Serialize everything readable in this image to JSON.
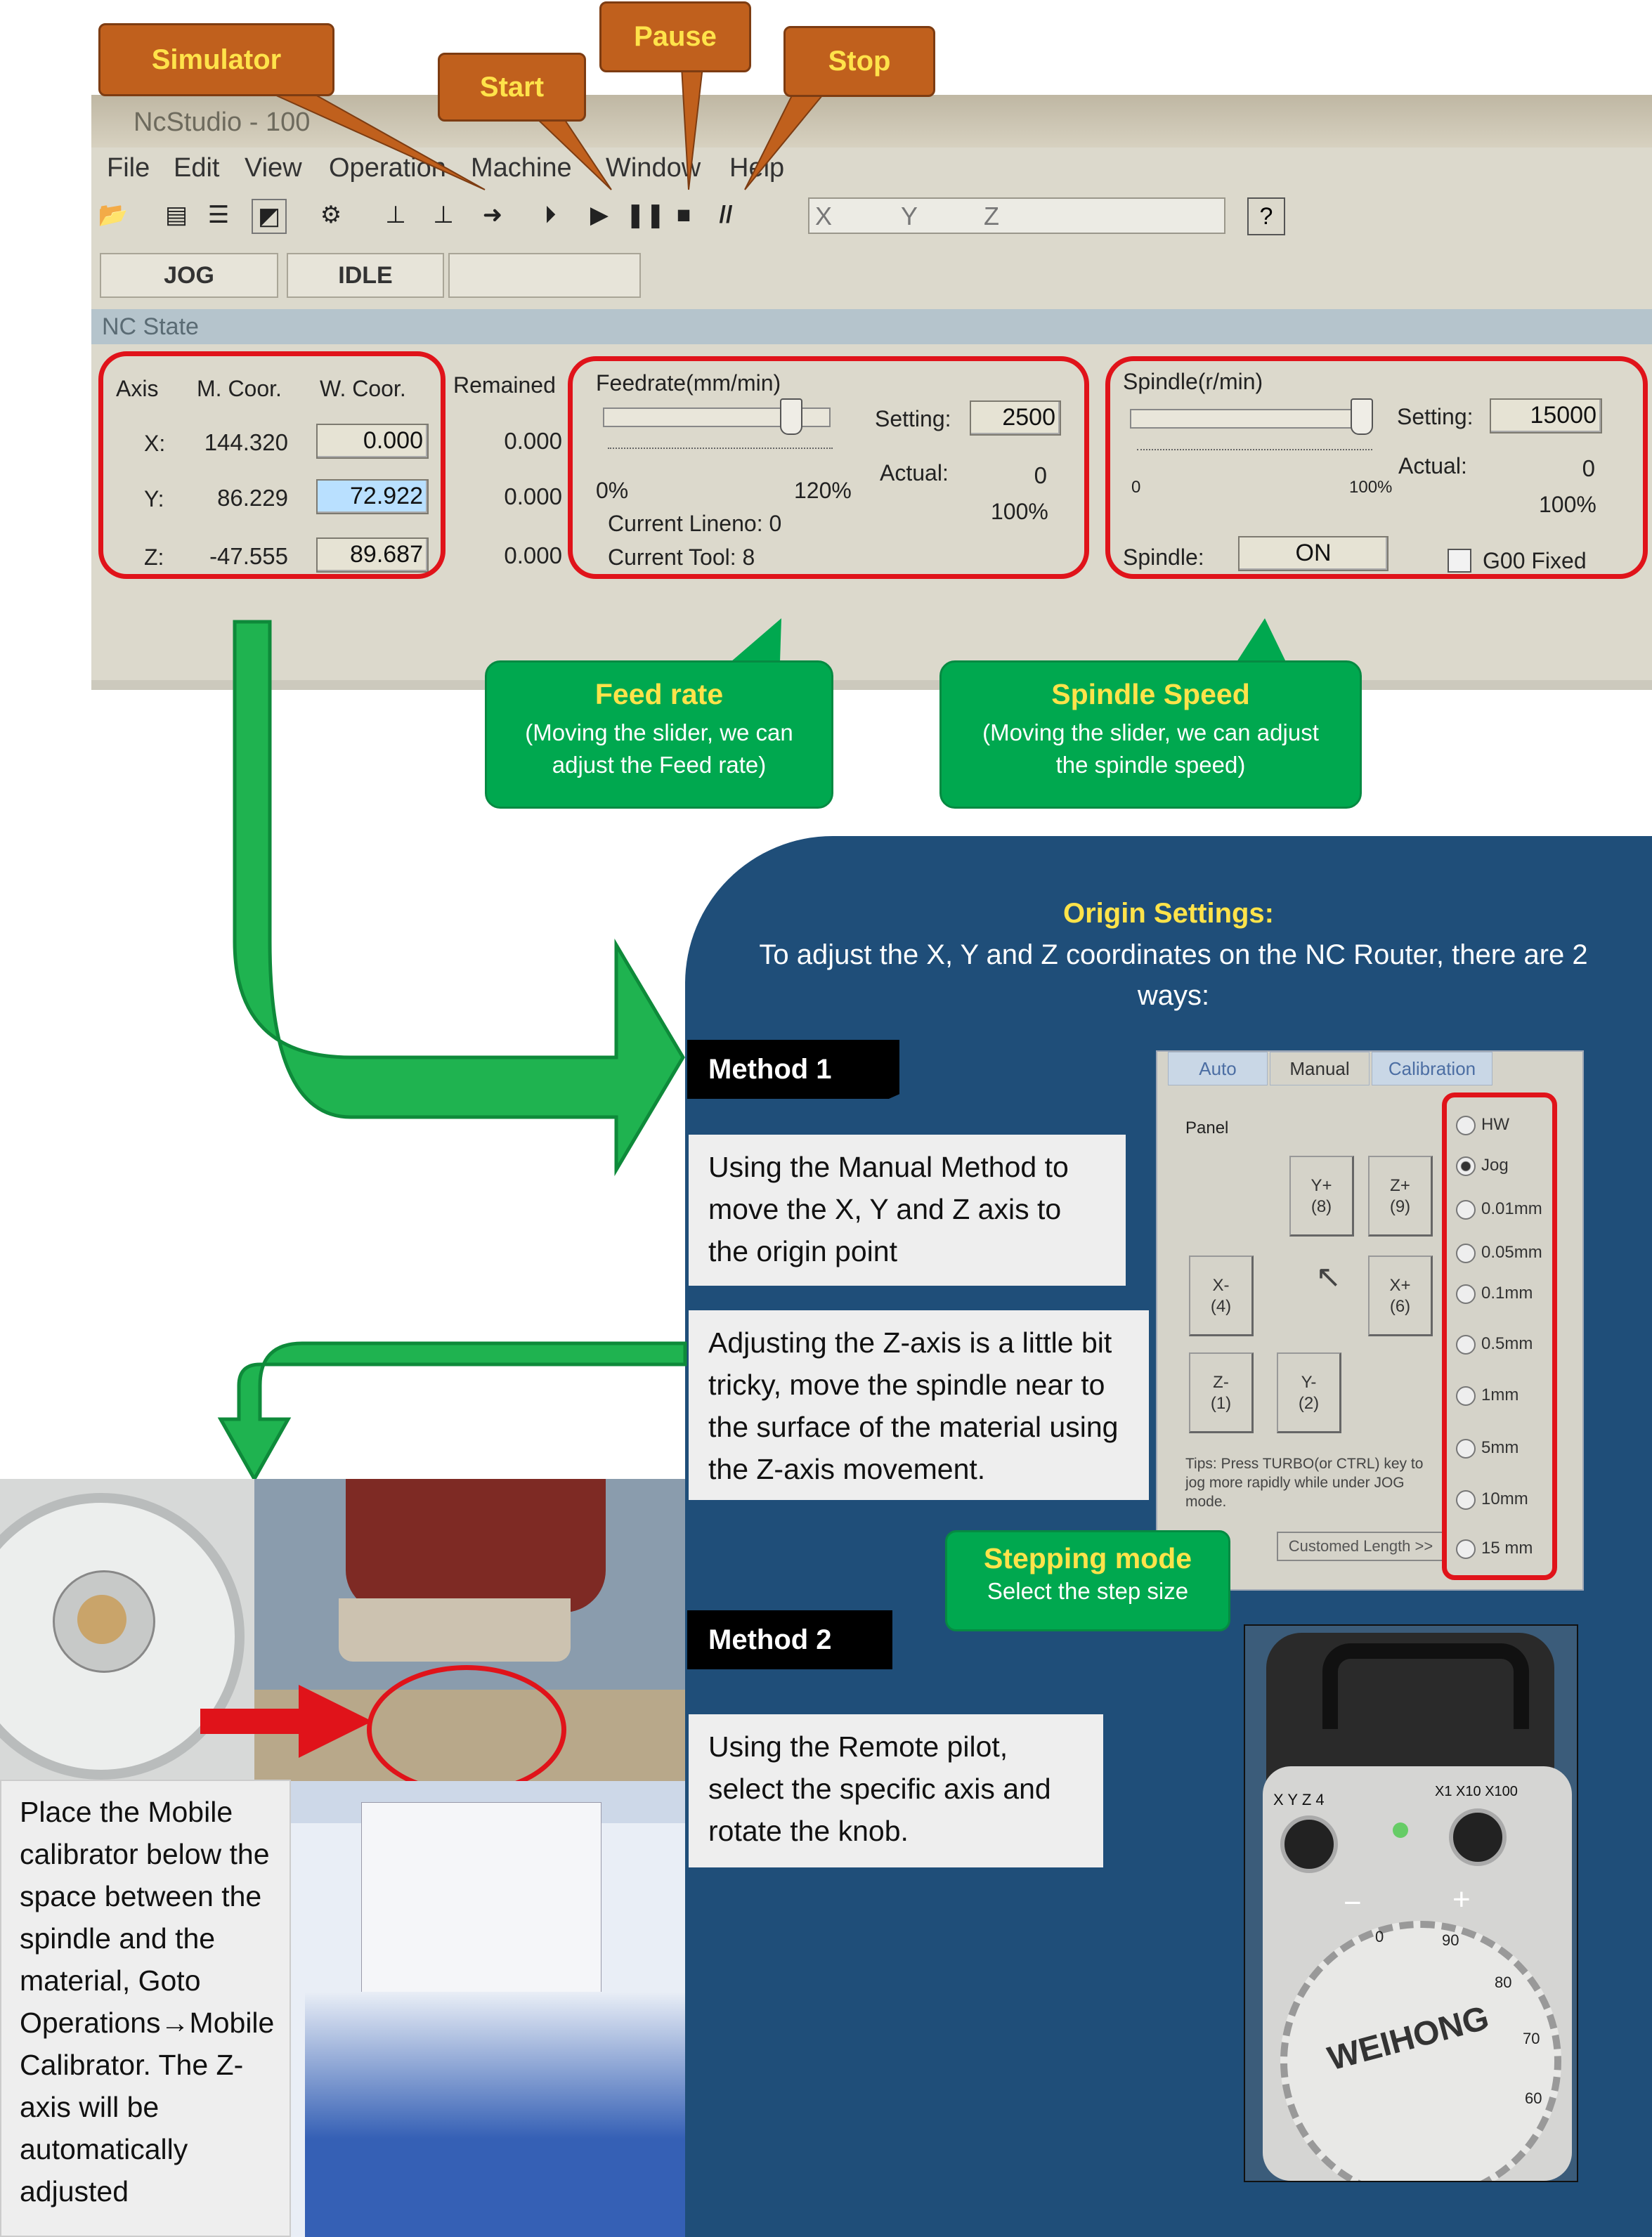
{
  "app": {
    "title": "NcStudio - 100",
    "menu": [
      "File",
      "Edit",
      "View",
      "Operation",
      "Machine",
      "Window",
      "Help"
    ],
    "coord_box": [
      "X",
      "Y",
      "Z"
    ],
    "help_label": "?",
    "tabs": [
      "JOG",
      "IDLE"
    ],
    "section": "NC State",
    "columns": [
      "Axis",
      "M. Coor.",
      "W. Coor.",
      "Remained"
    ],
    "rows": [
      {
        "axis": "X:",
        "m": "144.320",
        "w": "0.000",
        "r": "0.000"
      },
      {
        "axis": "Y:",
        "m": "86.229",
        "w": "72.922",
        "r": "0.000"
      },
      {
        "axis": "Z:",
        "m": "-47.555",
        "w": "89.687",
        "r": "0.000"
      }
    ],
    "feedrate": {
      "title": "Feedrate(mm/min)",
      "setting_label": "Setting:",
      "setting": "2500",
      "actual_label": "Actual:",
      "actual": "0",
      "min": "0%",
      "max": "120%",
      "percent": "100%",
      "lineno": "Current Lineno:  0",
      "tool": "Current Tool:  8"
    },
    "spindle": {
      "title": "Spindle(r/min)",
      "setting_label": "Setting:",
      "setting": "15000",
      "actual_label": "Actual:",
      "actual": "0",
      "min": "0",
      "max": "100%",
      "percent": "100%",
      "spindle_label": "Spindle:",
      "on": "ON",
      "g00": "G00 Fixed"
    }
  },
  "callouts": {
    "simulator": "Simulator",
    "start": "Start",
    "pause": "Pause",
    "stop": "Stop",
    "feed_title": "Feed rate",
    "feed_sub1": "(Moving the slider, we can",
    "feed_sub2": "adjust the Feed rate)",
    "spindle_title": "Spindle Speed",
    "spindle_sub1": "(Moving the slider, we can adjust",
    "spindle_sub2": "the spindle speed)",
    "stepping_title": "Stepping mode",
    "stepping_sub": "Select the step size"
  },
  "origin": {
    "title": "Origin Settings:",
    "desc": "To adjust the X, Y and Z coordinates on the NC Router, there are 2 ways:",
    "method1": "Method 1",
    "m1_text": "Using the Manual Method to move the X, Y and Z axis to the origin point",
    "m1_text2": "Adjusting the Z-axis is a little bit tricky, move the spindle near to the surface of the material using the Z-axis movement.",
    "method2": "Method 2",
    "m2_text": "Using the Remote pilot, select the specific axis and rotate the knob.",
    "left_text": "Place the Mobile calibrator below the space between the spindle and the material, Goto Operations→Mobile Calibrator. The Z-axis will be automatically adjusted"
  },
  "manual_panel": {
    "tabs": [
      "Auto",
      "Manual",
      "Calibration"
    ],
    "panel_label": "Panel",
    "buttons": [
      {
        "label": "Y+",
        "key": "(8)"
      },
      {
        "label": "Z+",
        "key": "(9)"
      },
      {
        "label": "X-",
        "key": "(4)"
      },
      {
        "label": "X+",
        "key": "(6)"
      },
      {
        "label": "Z-",
        "key": "(1)"
      },
      {
        "label": "Y-",
        "key": "(2)"
      }
    ],
    "modes": [
      "HW",
      "Jog",
      "0.01mm",
      "0.05mm",
      "0.1mm",
      "0.5mm",
      "1mm",
      "5mm",
      "10mm",
      "15 mm"
    ],
    "selected_mode": "Jog",
    "tips": "Tips: Press TURBO(or CTRL) key to jog more rapidly while under JOG mode.",
    "custom": "Customed Length >>"
  },
  "pendant": {
    "brand": "WEIHONG",
    "axis_labels": [
      "X",
      "Y",
      "Z",
      "4"
    ],
    "step_labels": [
      "X1",
      "X10",
      "X100"
    ],
    "minus": "−",
    "plus": "+",
    "dial_numbers": [
      "0",
      "90",
      "80",
      "70",
      "60"
    ]
  }
}
